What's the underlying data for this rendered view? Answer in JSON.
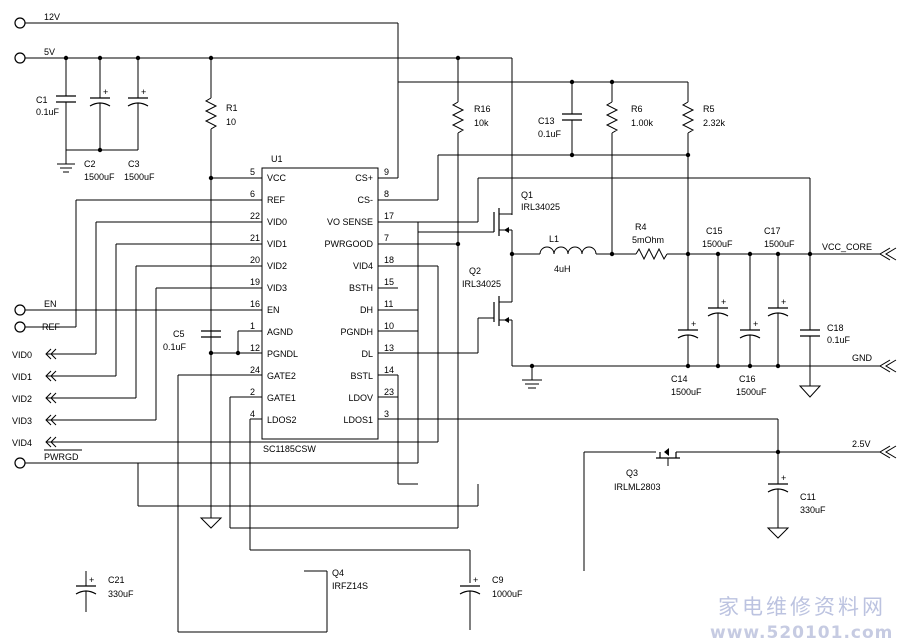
{
  "rails": {
    "v12": "12V",
    "v5": "5V"
  },
  "ic": {
    "ref": "U1",
    "part": "SC1185CSW",
    "left_pins": [
      {
        "num": "5",
        "name": "VCC"
      },
      {
        "num": "6",
        "name": "REF"
      },
      {
        "num": "22",
        "name": "VID0"
      },
      {
        "num": "21",
        "name": "VID1"
      },
      {
        "num": "20",
        "name": "VID2"
      },
      {
        "num": "19",
        "name": "VID3"
      },
      {
        "num": "16",
        "name": "EN"
      },
      {
        "num": "1",
        "name": "AGND"
      },
      {
        "num": "12",
        "name": "PGNDL"
      },
      {
        "num": "24",
        "name": "GATE2"
      },
      {
        "num": "2",
        "name": "GATE1"
      },
      {
        "num": "4",
        "name": "LDOS2"
      }
    ],
    "right_pins": [
      {
        "num": "9",
        "name": "CS+"
      },
      {
        "num": "8",
        "name": "CS-"
      },
      {
        "num": "17",
        "name": "VO SENSE"
      },
      {
        "num": "7",
        "name": "PWRGOOD"
      },
      {
        "num": "18",
        "name": "VID4"
      },
      {
        "num": "15",
        "name": "BSTH"
      },
      {
        "num": "11",
        "name": "DH"
      },
      {
        "num": "10",
        "name": "PGNDH"
      },
      {
        "num": "13",
        "name": "DL"
      },
      {
        "num": "14",
        "name": "BSTL"
      },
      {
        "num": "23",
        "name": "LDOV"
      },
      {
        "num": "3",
        "name": "LDOS1"
      }
    ]
  },
  "components": {
    "c1": {
      "ref": "C1",
      "value": "0.1uF"
    },
    "c2": {
      "ref": "C2",
      "value": "1500uF"
    },
    "c3": {
      "ref": "C3",
      "value": "1500uF"
    },
    "r1": {
      "ref": "R1",
      "value": "10"
    },
    "c5": {
      "ref": "C5",
      "value": "0.1uF"
    },
    "r16": {
      "ref": "R16",
      "value": "10k"
    },
    "c13": {
      "ref": "C13",
      "value": "0.1uF"
    },
    "r6": {
      "ref": "R6",
      "value": "1.00k"
    },
    "r5": {
      "ref": "R5",
      "value": "2.32k"
    },
    "q1": {
      "ref": "Q1",
      "value": "IRL34025"
    },
    "q2": {
      "ref": "Q2",
      "value": "IRL34025"
    },
    "l1": {
      "ref": "L1",
      "value": "4uH"
    },
    "r4": {
      "ref": "R4",
      "value": "5mOhm"
    },
    "c15": {
      "ref": "C15",
      "value": "1500uF"
    },
    "c17": {
      "ref": "C17",
      "value": "1500uF"
    },
    "c14": {
      "ref": "C14",
      "value": "1500uF"
    },
    "c16": {
      "ref": "C16",
      "value": "1500uF"
    },
    "c18": {
      "ref": "C18",
      "value": "0.1uF"
    },
    "q3": {
      "ref": "Q3",
      "value": "IRLML2803"
    },
    "c11": {
      "ref": "C11",
      "value": "330uF"
    },
    "c21": {
      "ref": "C21",
      "value": "330uF"
    },
    "q4": {
      "ref": "Q4",
      "value": "IRFZ14S"
    },
    "c9": {
      "ref": "C9",
      "value": "1000uF"
    }
  },
  "ports": {
    "en": "EN",
    "ref": "REF",
    "vid0": "VID0",
    "vid1": "VID1",
    "vid2": "VID2",
    "vid3": "VID3",
    "vid4": "VID4",
    "pwrgd": "PWRGD",
    "vcc_core": "VCC_CORE",
    "gnd": "GND",
    "v25": "2.5V"
  },
  "polarity": "+",
  "watermark": {
    "line1": "家电维修资料网",
    "line2": "www.520101.com"
  }
}
